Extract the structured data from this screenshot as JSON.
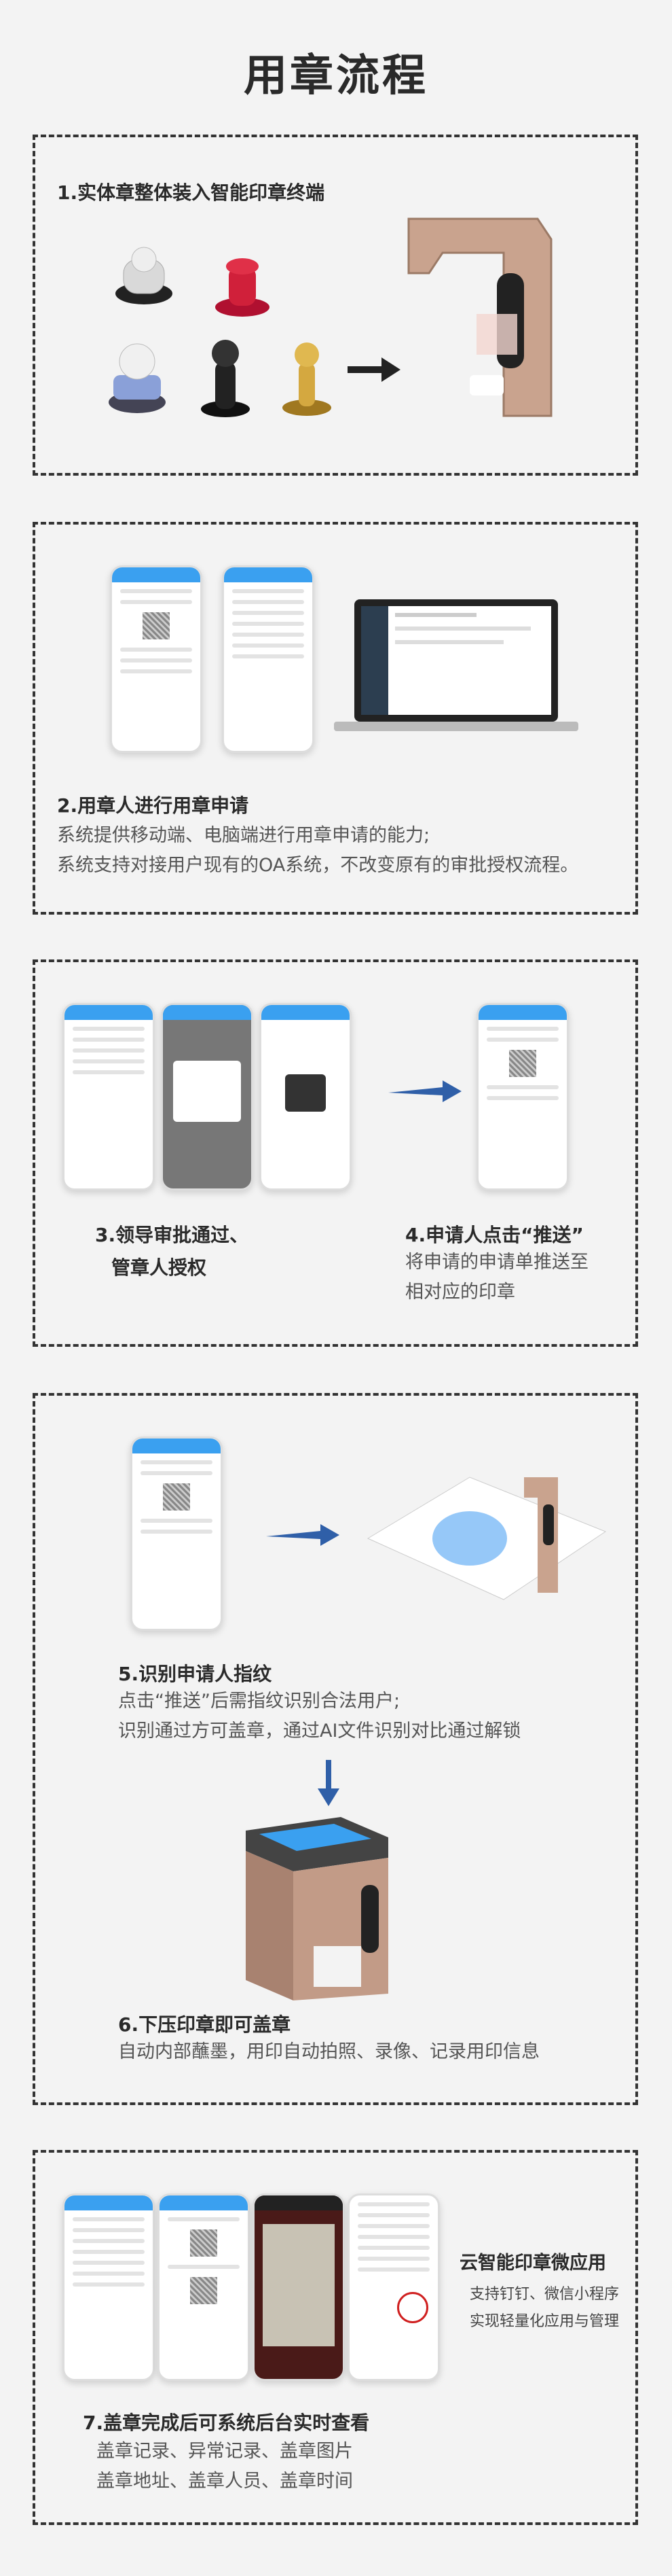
{
  "page": {
    "title": "用章流程"
  },
  "step1": {
    "title": "1.实体章整体装入智能印章终端"
  },
  "step2": {
    "title": "2.用章人进行用章申请",
    "line1": "系统提供移动端、电脑端进行用章申请的能力;",
    "line2": "系统支持对接用户现有的OA系统，不改变原有的审批授权流程。"
  },
  "step3": {
    "title_line1": "3.领导审批通过、",
    "title_line2": "管章人授权"
  },
  "step4": {
    "title": "4.申请人点击“推送”",
    "line1": "将申请的申请单推送至",
    "line2": "相对应的印章"
  },
  "step5": {
    "title": "5.识别申请人指纹",
    "line1": "点击“推送”后需指纹识别合法用户;",
    "line2": "识别通过方可盖章，通过AI文件识别对比通过解锁"
  },
  "step6": {
    "title": "6.下压印章即可盖章",
    "line1": "自动内部蘸墨，用印自动拍照、录像、记录用印信息"
  },
  "step7": {
    "title": "7.盖章完成后可系统后台实时查看",
    "line1": "盖章记录、异常记录、盖章图片",
    "line2": "盖章地址、盖章人员、盖章时间",
    "app_title": "云智能印章微应用",
    "app_line1": "支持钉钉、微信小程序",
    "app_line2": "实现轻量化应用与管理"
  },
  "colors": {
    "accent": "#3aa0f0",
    "arrow": "#2f5fa8",
    "device": "#b89078"
  }
}
